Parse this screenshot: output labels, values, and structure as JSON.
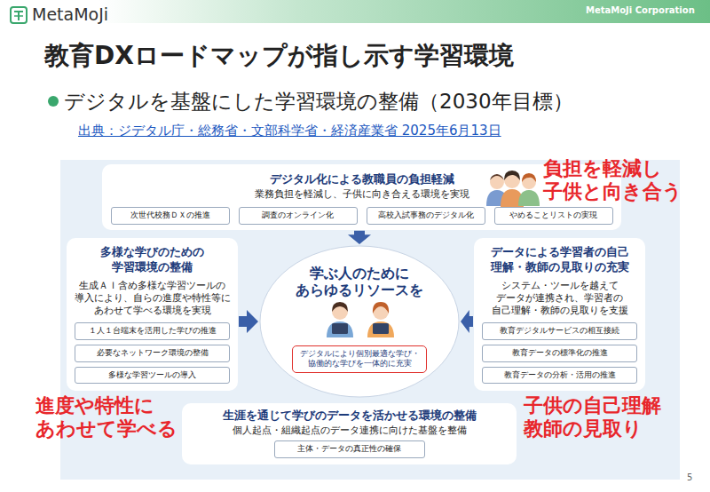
{
  "diagram": {
    "title": "教育DXロードマップが指し示す学習環境",
    "nodes": [
      {
        "text": [
          "デジタル化による教職員の負担軽減",
          "業務負担を軽減し、子供に向き合える環境を実現"
        ]
      },
      {
        "text": [
          "次世代校務ＤＸの推進"
        ],
        "in": 0
      },
      {
        "text": [
          "調査のオンライン化"
        ],
        "in": 0
      },
      {
        "text": [
          "高校入試事務のデジタル化"
        ],
        "in": 0
      },
      {
        "text": [
          "やめることリストの実現"
        ],
        "in": 0
      },
      {
        "text": [
          "多様な学びのための 学習環境の整備",
          "生成ＡＩ含め多様な学習ツールの 導入により、自らの進度や特性等に あわせて学べる環境を実現"
        ]
      },
      {
        "text": [
          "１人１台端末を活用した学びの推進"
        ],
        "in": 5
      },
      {
        "text": [
          "必要なネットワーク環境の整備"
        ],
        "in": 5
      },
      {
        "text": [
          "多様な学習ツールの導入"
        ],
        "in": 5
      },
      {
        "text": [
          "データによる学習者の自己 理解・教師の見取りの充実",
          "システム・ツールを越えて データが連携され、学習者の 自己理解・教師の見取りを支援"
        ]
      },
      {
        "text": [
          "教育デジタルサービスの相互接続"
        ],
        "in": 9
      },
      {
        "text": [
          "教育データの標準化の推進"
        ],
        "in": 9
      },
      {
        "text": [
          "教育データの分析・活用の推進"
        ],
        "in": 9
      },
      {
        "text": [
          "学ぶ人のために あらゆるリソースを"
        ]
      },
      {
        "text": [
          "デジタルにより個別最適な学び・ 協働的な学びを一体的に充実"
        ],
        "in": 13
      },
      {
        "text": [
          "生涯を通じて学びのデータを活かせる環境の整備",
          "個人起点・組織起点のデータ連携に向けた基盤を整備"
        ]
      },
      {
        "text": [
          "主体・データの真正性の確保"
        ],
        "in": 15
      }
    ],
    "edges": [
      {
        "from": 0,
        "to": 13,
        "arrow": "to"
      },
      {
        "from": 5,
        "to": 13,
        "arrow": "to"
      },
      {
        "from": 9,
        "to": 13,
        "arrow": "to"
      }
    ],
    "labels": [
      "MetaMoJi",
      "MetaMoJi Corporation",
      "デジタルを基盤にした学習環境の整備（2030年目標）",
      "出典：ジデタル庁・総務省・文部科学省・経済産業省 2025年6月13日",
      "負担を軽減し 子供と向き合う",
      "進度や特性に あわせて学べる",
      "子供の自己理解 教師の見取り",
      "5"
    ]
  }
}
